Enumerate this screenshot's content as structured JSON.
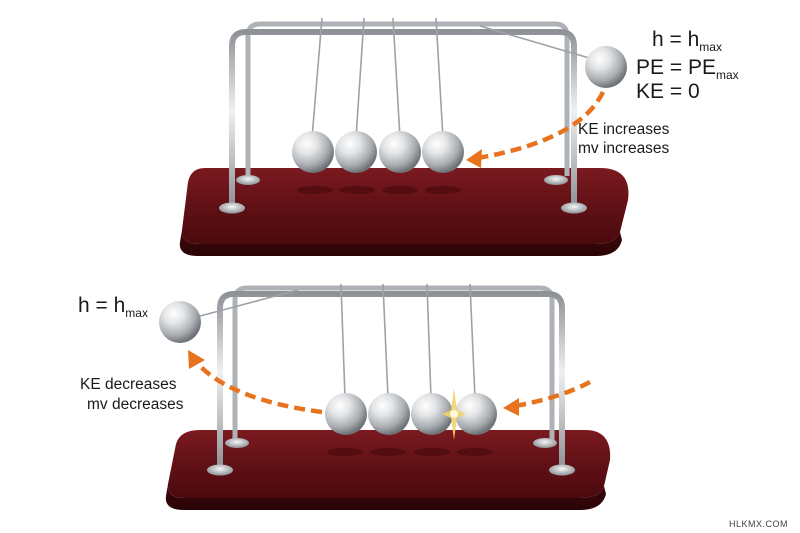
{
  "top_labels": {
    "h_prefix": "h = h",
    "h_sub": "max",
    "pe_prefix": "PE = PE",
    "pe_sub": "max",
    "ke": "KE = 0",
    "ke_change": "KE increases",
    "mv_change": "mv increases"
  },
  "bottom_labels": {
    "h_prefix": "h = h",
    "h_sub": "max",
    "ke_change": "KE decreases",
    "mv_change": "mv decreases"
  },
  "watermark": "HLKMX.COM",
  "colors": {
    "base": "#5a0d12",
    "frame": "#c8ccd0",
    "ball": "#cfd2d5",
    "arrow": "#e8731f",
    "spark": "#f3d36a"
  }
}
